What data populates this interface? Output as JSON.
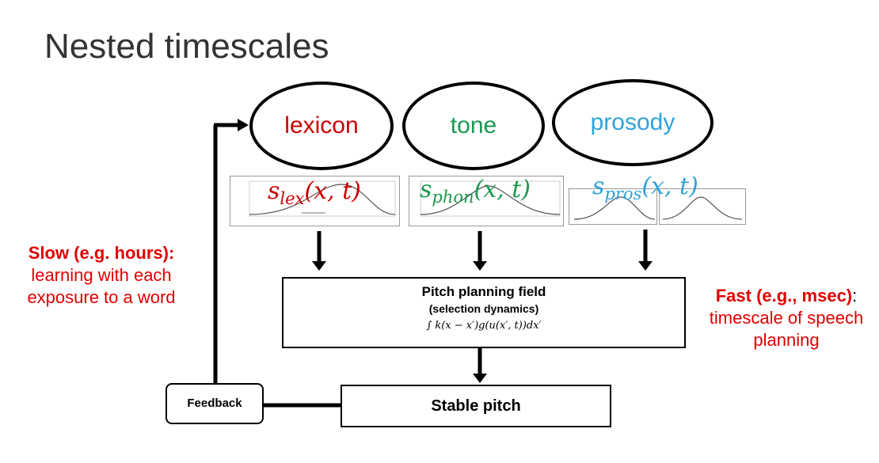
{
  "title": "Nested timescales",
  "colors": {
    "lexicon": "#cc0000",
    "tone": "#1a9850",
    "prosody": "#2ea3d8",
    "annotation": "#e00000"
  },
  "nodes": {
    "lexicon": "lexicon",
    "tone": "tone",
    "prosody": "prosody"
  },
  "formulas": {
    "lex": {
      "s": "s",
      "sub": "lex",
      "args": "(x, t)"
    },
    "phon": {
      "s": "s",
      "sub": "phon",
      "args": "(x, t)"
    },
    "pros": {
      "s": "s",
      "sub": "pros",
      "args": "(x, t)"
    }
  },
  "planning_box": {
    "title": "Pitch planning field",
    "subtitle": "(selection dynamics)",
    "equation": "∫ k(x − x′)g(u(x′, t))dx′"
  },
  "stable_box": "Stable pitch",
  "feedback": "Feedback",
  "slow": {
    "head": "Slow (e.g. hours):",
    "body1": "learning with each",
    "body2": "exposure to a word"
  },
  "fast": {
    "head": "Fast (e.g., msec)",
    "colon": ":",
    "body1": "timescale of speech",
    "body2": "planning"
  }
}
